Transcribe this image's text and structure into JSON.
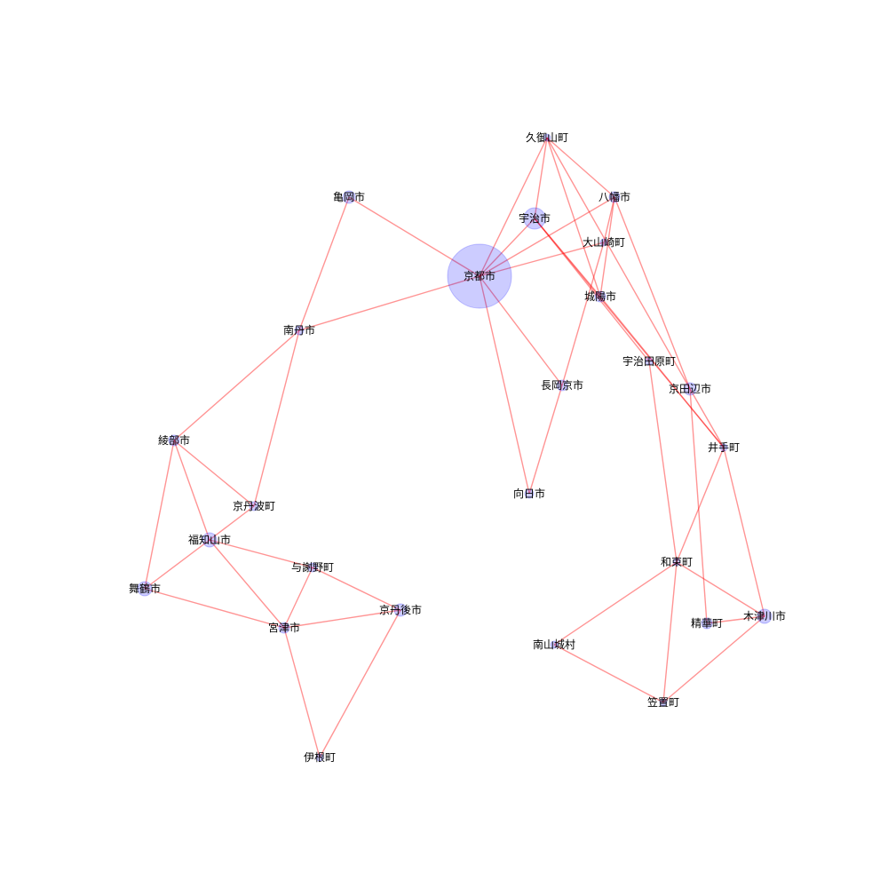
{
  "graph": {
    "node_color": "#0000ff",
    "edge_color": "#ff0000",
    "nodes": [
      {
        "id": "kyoto",
        "label": "京都市",
        "size": 36
      },
      {
        "id": "kumiyama",
        "label": "久御山町",
        "size": 4
      },
      {
        "id": "yawata",
        "label": "八幡市",
        "size": 6
      },
      {
        "id": "uji",
        "label": "宇治市",
        "size": 12
      },
      {
        "id": "oyamazaki",
        "label": "大山崎町",
        "size": 4
      },
      {
        "id": "joyo",
        "label": "城陽市",
        "size": 6
      },
      {
        "id": "kameoka",
        "label": "亀岡市",
        "size": 7
      },
      {
        "id": "nantan",
        "label": "南丹市",
        "size": 5
      },
      {
        "id": "ujitawara",
        "label": "宇治田原町",
        "size": 4
      },
      {
        "id": "kyotanabe",
        "label": "京田辺市",
        "size": 7
      },
      {
        "id": "nagaokakyo",
        "label": "長岡京市",
        "size": 6
      },
      {
        "id": "ide",
        "label": "井手町",
        "size": 4
      },
      {
        "id": "ayabe",
        "label": "綾部市",
        "size": 6
      },
      {
        "id": "muko",
        "label": "向日市",
        "size": 5
      },
      {
        "id": "kyotamba",
        "label": "京丹波町",
        "size": 5
      },
      {
        "id": "fukuchiyama",
        "label": "福知山市",
        "size": 8
      },
      {
        "id": "yosano",
        "label": "与謝野町",
        "size": 5
      },
      {
        "id": "maizuru",
        "label": "舞鶴市",
        "size": 8
      },
      {
        "id": "wazuka",
        "label": "和束町",
        "size": 4
      },
      {
        "id": "kyotango",
        "label": "京丹後市",
        "size": 7
      },
      {
        "id": "kizugawa",
        "label": "木津川市",
        "size": 8
      },
      {
        "id": "seika",
        "label": "精華町",
        "size": 6
      },
      {
        "id": "miyazu",
        "label": "宮津市",
        "size": 6
      },
      {
        "id": "minamiyamashiro",
        "label": "南山城村",
        "size": 4
      },
      {
        "id": "kasagi",
        "label": "笠置町",
        "size": 4
      },
      {
        "id": "ine",
        "label": "伊根町",
        "size": 4
      }
    ],
    "edges": [
      [
        "kyoto",
        "kameoka"
      ],
      [
        "kyoto",
        "nantan"
      ],
      [
        "kyoto",
        "kumiyama"
      ],
      [
        "kyoto",
        "uji"
      ],
      [
        "kyoto",
        "yawata"
      ],
      [
        "kyoto",
        "oyamazaki"
      ],
      [
        "kyoto",
        "nagaokakyo"
      ],
      [
        "kyoto",
        "muko"
      ],
      [
        "kumiyama",
        "uji"
      ],
      [
        "kumiyama",
        "yawata"
      ],
      [
        "kumiyama",
        "joyo"
      ],
      [
        "kumiyama",
        "kyotanabe"
      ],
      [
        "yawata",
        "oyamazaki"
      ],
      [
        "yawata",
        "joyo"
      ],
      [
        "yawata",
        "kyotanabe"
      ],
      [
        "uji",
        "ujitawara"
      ],
      [
        "uji",
        "ide"
      ],
      [
        "uji",
        "joyo"
      ],
      [
        "oyamazaki",
        "nagaokakyo"
      ],
      [
        "joyo",
        "ide"
      ],
      [
        "nagaokakyo",
        "muko"
      ],
      [
        "kameoka",
        "nantan"
      ],
      [
        "nantan",
        "ayabe"
      ],
      [
        "nantan",
        "kyotamba"
      ],
      [
        "ayabe",
        "kyotamba"
      ],
      [
        "ayabe",
        "fukuchiyama"
      ],
      [
        "ayabe",
        "maizuru"
      ],
      [
        "kyotamba",
        "fukuchiyama"
      ],
      [
        "fukuchiyama",
        "maizuru"
      ],
      [
        "fukuchiyama",
        "yosano"
      ],
      [
        "fukuchiyama",
        "miyazu"
      ],
      [
        "maizuru",
        "miyazu"
      ],
      [
        "yosano",
        "miyazu"
      ],
      [
        "yosano",
        "kyotango"
      ],
      [
        "miyazu",
        "kyotango"
      ],
      [
        "miyazu",
        "ine"
      ],
      [
        "kyotango",
        "ine"
      ],
      [
        "ujitawara",
        "wazuka"
      ],
      [
        "kyotanabe",
        "seika"
      ],
      [
        "kyotanabe",
        "ide"
      ],
      [
        "ide",
        "wazuka"
      ],
      [
        "ide",
        "kizugawa"
      ],
      [
        "wazuka",
        "kizugawa"
      ],
      [
        "wazuka",
        "minamiyamashiro"
      ],
      [
        "wazuka",
        "kasagi"
      ],
      [
        "kizugawa",
        "seika"
      ],
      [
        "kizugawa",
        "kasagi"
      ],
      [
        "minamiyamashiro",
        "kasagi"
      ]
    ]
  }
}
